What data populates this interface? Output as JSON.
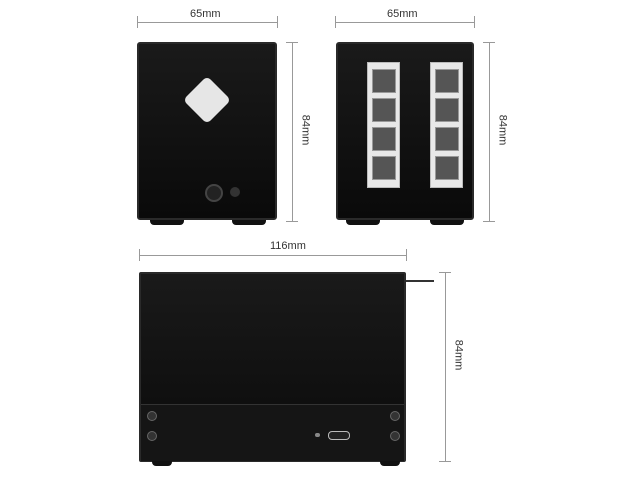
{
  "dimensions": {
    "front_width": "65mm",
    "rear_width": "65mm",
    "front_height": "84mm",
    "rear_height": "84mm",
    "side_length": "116mm",
    "side_height": "84mm"
  },
  "colors": {
    "device": "#111111",
    "logo": "#e6e6e6",
    "dimension_line": "#999999"
  }
}
